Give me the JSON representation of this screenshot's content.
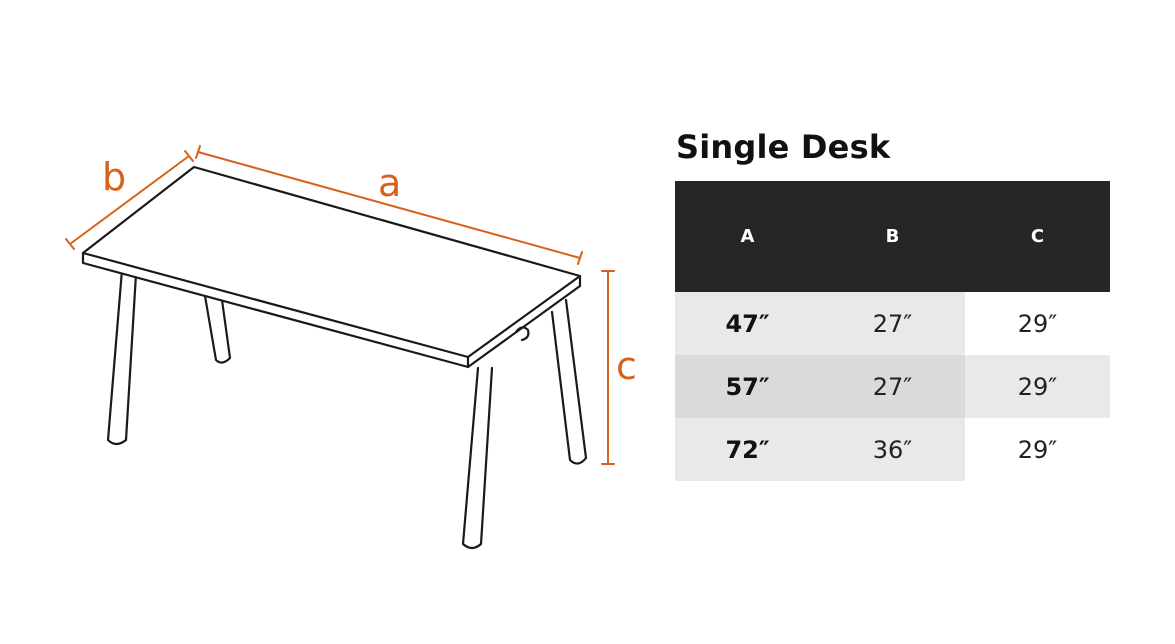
{
  "diagram": {
    "labels": {
      "a": "a",
      "b": "b",
      "c": "c"
    },
    "colors": {
      "dimension": "#d8621b",
      "outline": "#1a1a1a"
    }
  },
  "table": {
    "title": "Single Desk",
    "headers": [
      "A",
      "B",
      "C"
    ],
    "rows": [
      [
        "47″",
        "27″",
        "29″"
      ],
      [
        "57″",
        "27″",
        "29″"
      ],
      [
        "72″",
        "36″",
        "29″"
      ]
    ],
    "colors": {
      "header_bg": "#262626",
      "cell_light": "#e9e9e9",
      "cell_mid": "#e2e2e2",
      "cell_dark": "#dadada",
      "cell_white": "#ffffff"
    }
  }
}
